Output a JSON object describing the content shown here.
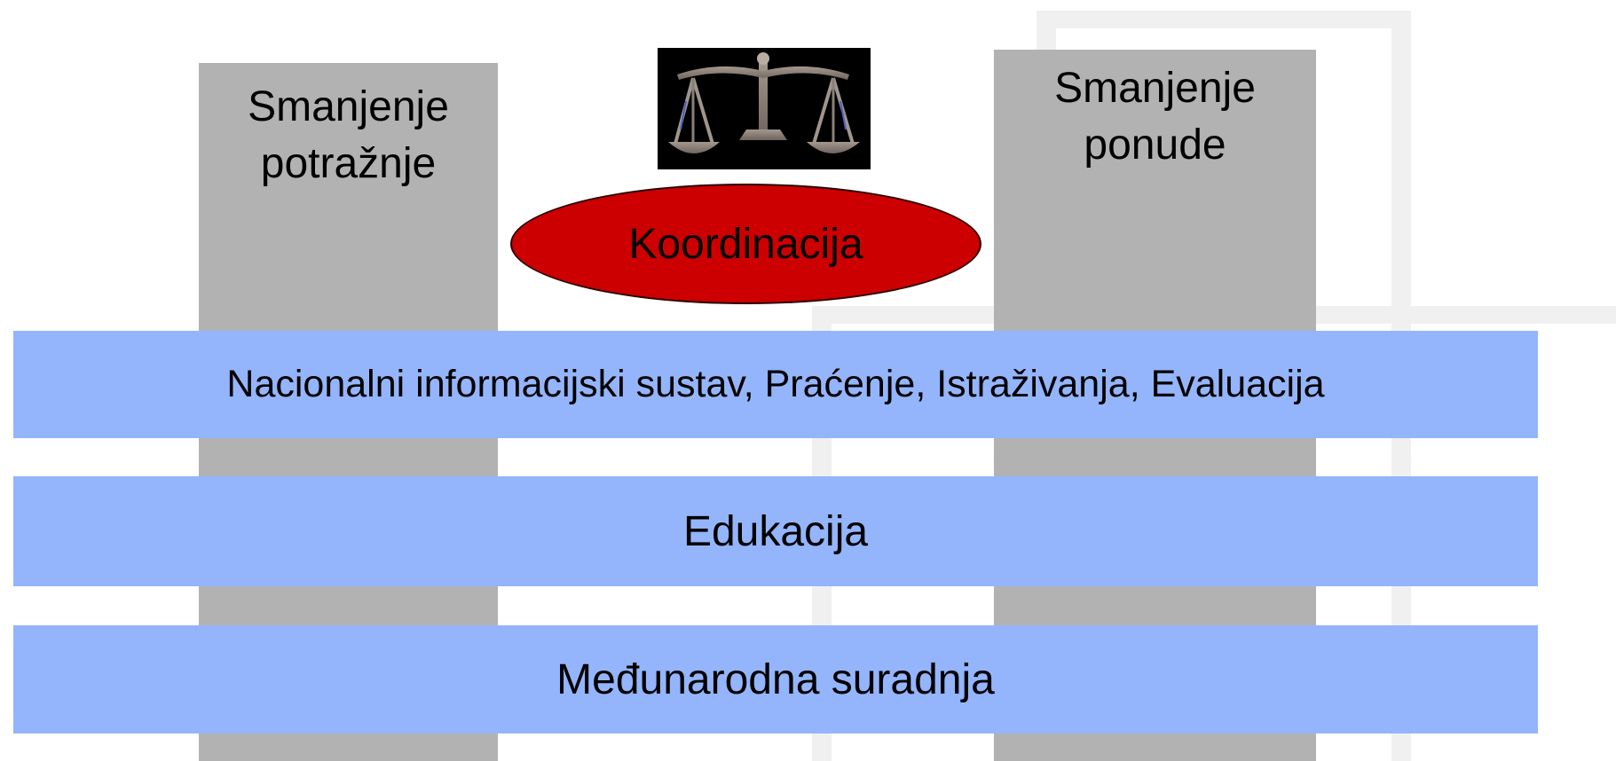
{
  "diagram": {
    "pillars": {
      "left": "Smanjenje\npotražnje",
      "right": "Smanjenje\nponude"
    },
    "center": {
      "icon": "scales-of-justice-icon",
      "label": "Koordinacija"
    },
    "bands": [
      "Nacionalni informacijski sustav, Praćenje, Istraživanja, Evaluacija",
      "Edukacija",
      "Međunarodna suradnja"
    ],
    "colors": {
      "pillar": "#b2b2b2",
      "band": "#94b5fb",
      "ellipse": "#cc0000",
      "background_frame": "#f0f0f0"
    }
  }
}
